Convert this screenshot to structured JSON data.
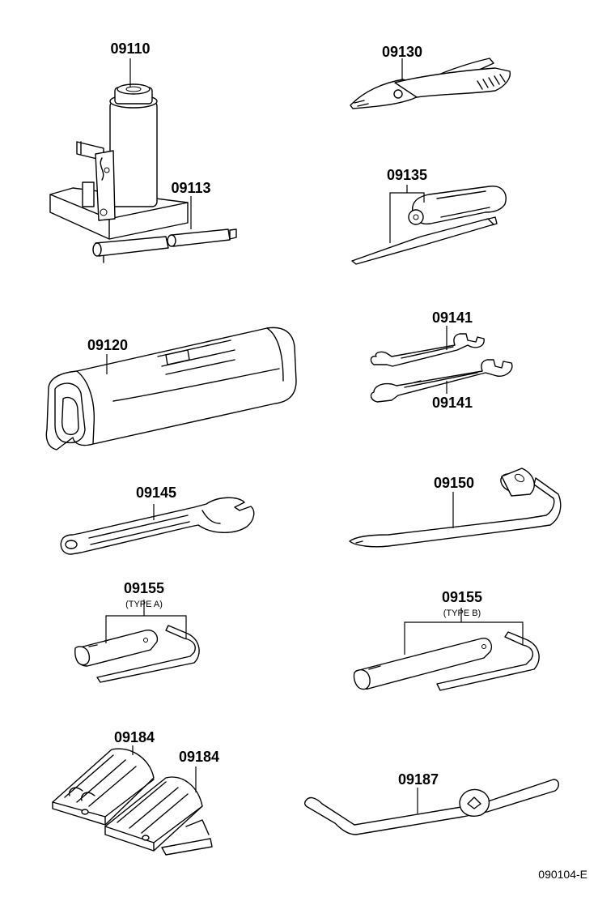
{
  "parts": {
    "jack": "09110",
    "jack_handle": "09113",
    "pliers": "09130",
    "screwdriver": "09135",
    "spanner_upper": "09141",
    "spanner_lower": "09141",
    "tool_bag": "09120",
    "adjustable_wrench": "09145",
    "wheel_nut_wrench": "09150",
    "plug_wrench_a": "09155",
    "plug_wrench_a_type": "(TYPE A)",
    "plug_wrench_b": "09155",
    "plug_wrench_b_type": "(TYPE B)",
    "wheel_chock_1": "09184",
    "wheel_chock_2": "09184",
    "jack_handle_extension": "09187"
  },
  "figure_code": "090104-E"
}
